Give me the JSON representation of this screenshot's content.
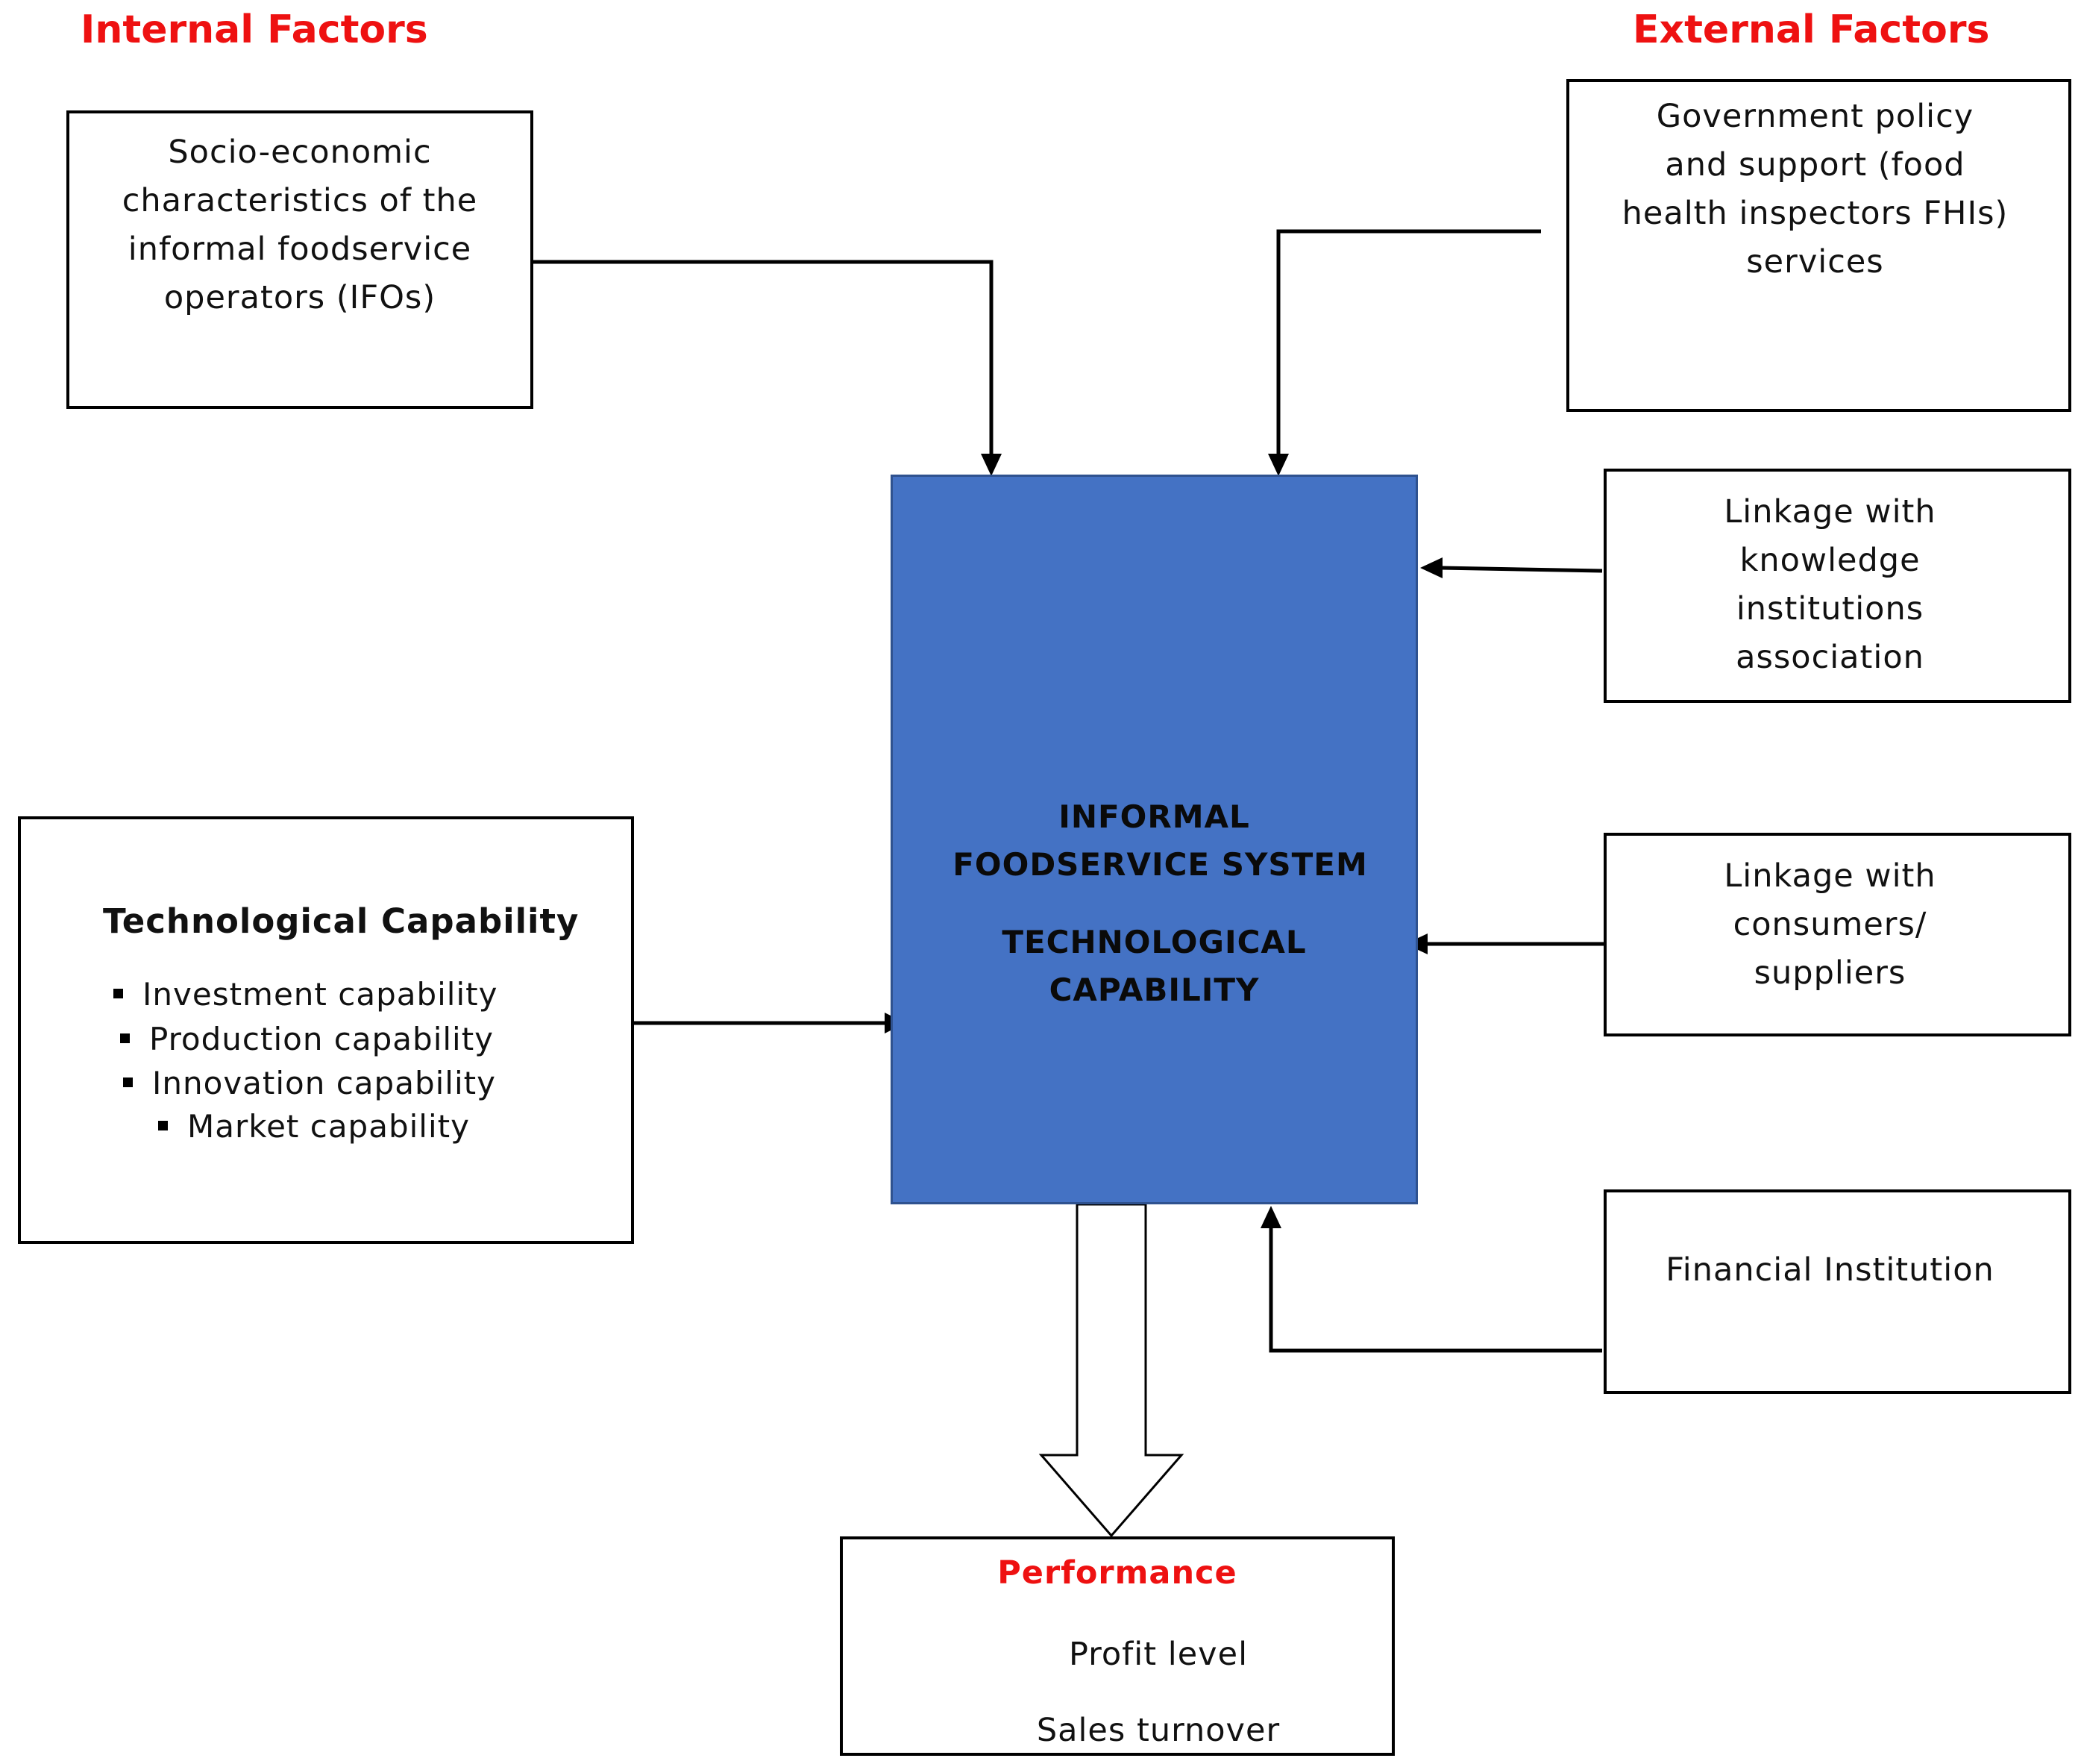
{
  "headings": {
    "internal": "Internal Factors",
    "external": "External Factors"
  },
  "socio_box": {
    "lines": [
      "Socio-economic",
      "characteristics of the",
      "informal foodservice",
      "operators (IFOs)"
    ]
  },
  "govt_box": {
    "lines": [
      "Government policy",
      "and support (food",
      "health inspectors FHIs)",
      "services"
    ]
  },
  "knowledge_box": {
    "lines": [
      "Linkage with",
      "knowledge",
      "institutions",
      "association"
    ]
  },
  "consumers_box": {
    "lines": [
      "Linkage with",
      "consumers/",
      "suppliers"
    ]
  },
  "financial_box": {
    "label": "Financial Institution"
  },
  "tech_box": {
    "title": "Technological Capability",
    "items": [
      "Investment capability",
      "Production capability",
      "Innovation capability",
      "Market capability"
    ]
  },
  "center_box": {
    "line1": "INFORMAL",
    "line2": "FOODSERVICE SYSTEM",
    "line3": "TECHNOLOGICAL",
    "line4": "CAPABILITY"
  },
  "performance_box": {
    "title": "Performance",
    "items": [
      "Profit level",
      "Sales turnover"
    ]
  },
  "colors": {
    "heading_red": "#ee1111",
    "center_fill": "#4472c4",
    "line": "#000000"
  }
}
